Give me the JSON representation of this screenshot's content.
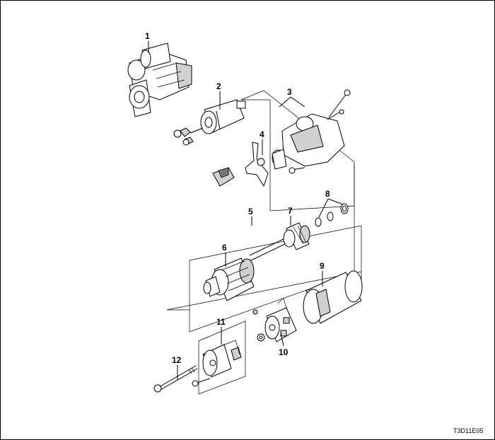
{
  "callouts": [
    "1",
    "2",
    "3",
    "4",
    "5",
    "6",
    "7",
    "8",
    "9",
    "10",
    "11",
    "12"
  ],
  "figure_code": "T3D11E05"
}
